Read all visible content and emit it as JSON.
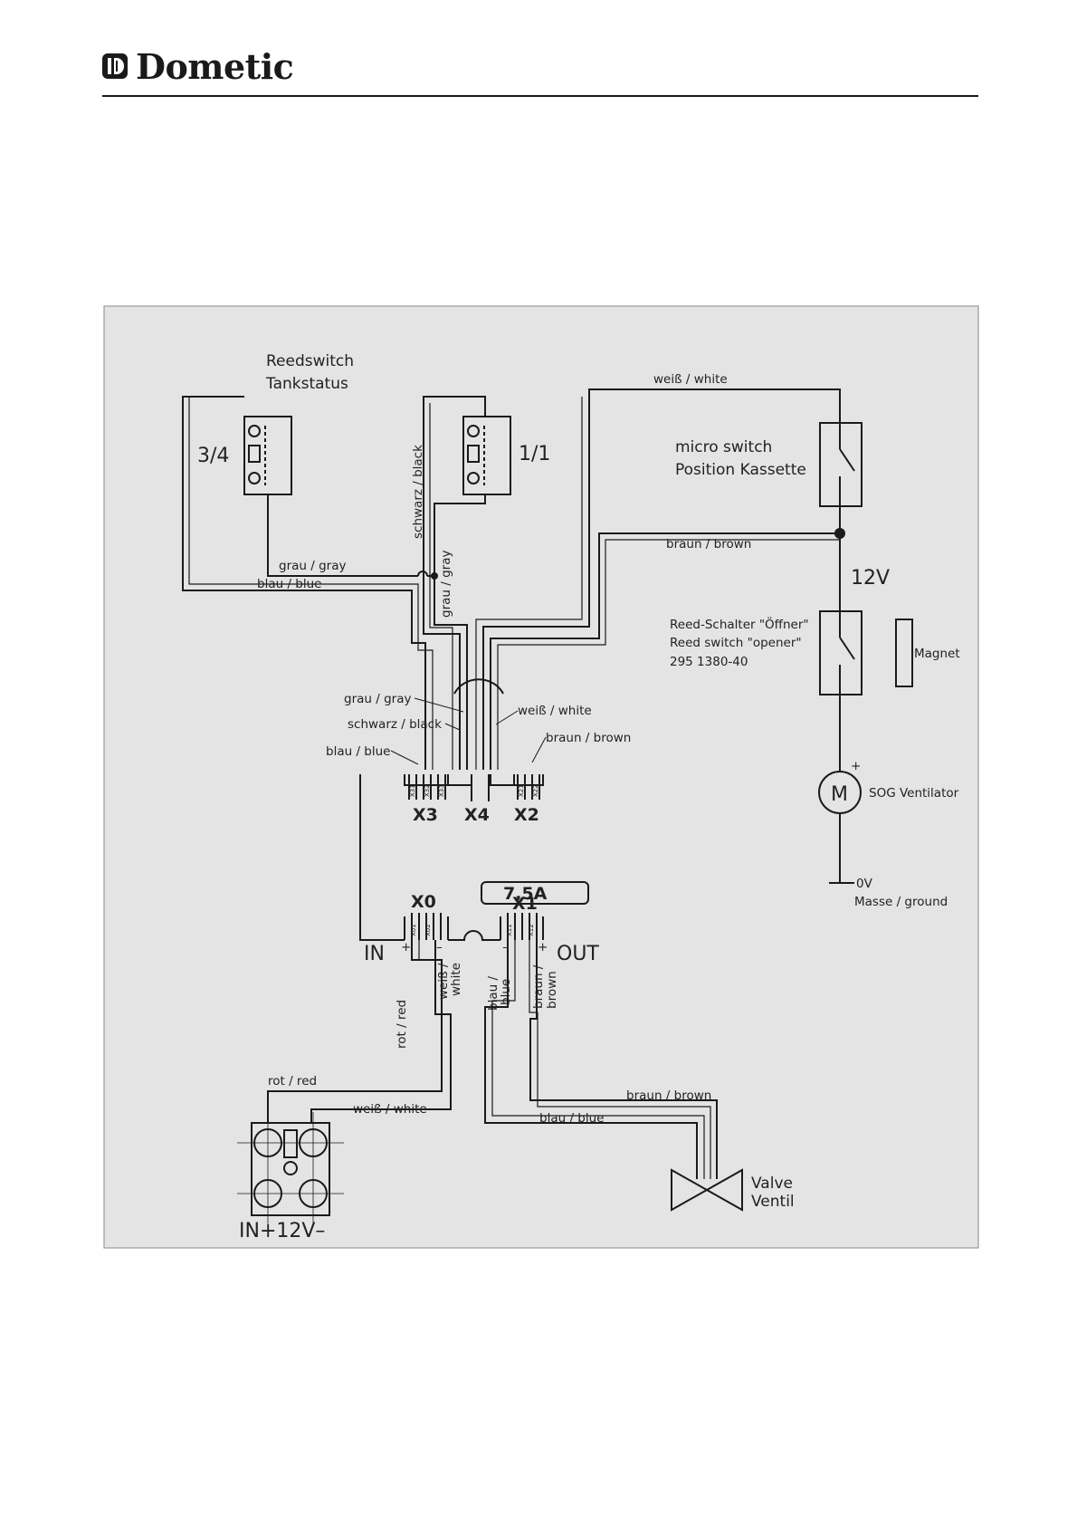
{
  "brand": {
    "name": "Dometic"
  },
  "labels": {
    "reedswitch_title": "Reedswitch",
    "reedswitch_sub": "Tankstatus",
    "level_34": "3/4",
    "level_11": "1/1",
    "wire_white_top": "weiß / white",
    "micro_switch_1": "micro switch",
    "micro_switch_2": "Position Kassette",
    "wire_black": "schwarz / black",
    "wire_gray_h": "grau / gray",
    "wire_blue_h": "blau / blue",
    "wire_gray_v": "grau / gray",
    "wire_brown_top": "braun / brown",
    "v12": "12V",
    "reed_opener_1": "Reed-Schalter \"Öffner\"",
    "reed_opener_2": "Reed switch \"opener\"",
    "reed_opener_3": "295 1380-40",
    "magnet": "Magnet",
    "callout_gray": "grau / gray",
    "callout_white": "weiß / white",
    "callout_black": "schwarz / black",
    "callout_brown": "braun / brown",
    "callout_blue": "blau / blue",
    "motor_plus": "+",
    "motor_m": "M",
    "sog": "SOG Ventilator",
    "x3": "X3",
    "x4": "X4",
    "x2": "X2",
    "x3_pin1": "X31",
    "x3_pin2": "X32",
    "x3_pin3": "X33",
    "x2_pin1": "X21",
    "x2_pin2": "X22",
    "ov": "0V",
    "ground": "Masse / ground",
    "fuse": "7,5A",
    "x0": "X0",
    "x1": "X1",
    "x0_pin1": "X01",
    "x0_pin2": "X02",
    "x1_pin1": "X11",
    "x1_pin2": "X12",
    "in": "IN",
    "out": "OUT",
    "in_plus": "+",
    "in_minus": "–",
    "out_minus": "–",
    "out_plus": "+",
    "rot_red_v": "rot / red",
    "weiss_v1": "weiß /",
    "weiss_v2": "white",
    "blau_v1": "blau /",
    "blau_v2": "blue",
    "braun_v1": "braun /",
    "braun_v2": "brown",
    "rot_red_h": "rot / red",
    "weiss_white_h": "weiß / white",
    "braun_brown_h": "braun / brown",
    "blau_blue_h": "blau / blue",
    "valve": "Valve",
    "ventil": "Ventil",
    "in_12v": "IN+12V–"
  }
}
